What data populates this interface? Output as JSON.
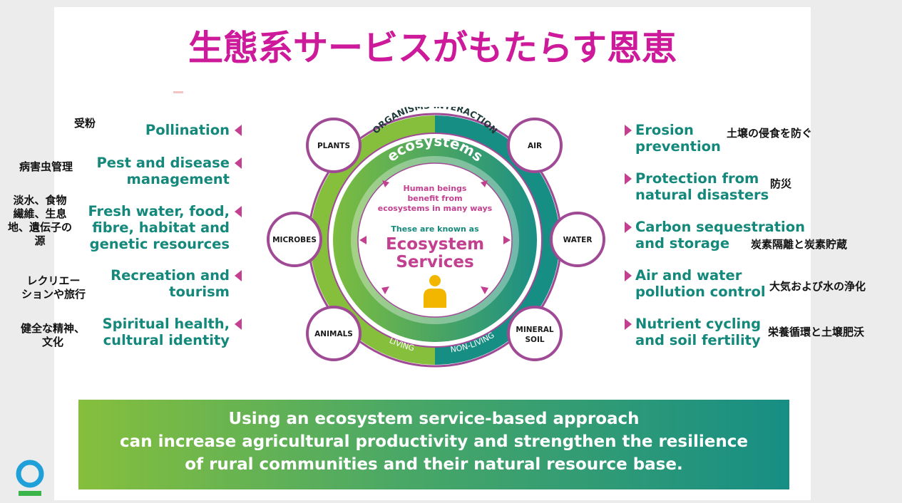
{
  "title": "生態系サービスがもたらす恩恵",
  "left_items": [
    {
      "en_lines": [
        "Pollination"
      ],
      "jp_lines": [
        "受粉"
      ]
    },
    {
      "en_lines": [
        "Pest and disease",
        "management"
      ],
      "jp_lines": [
        "病害虫管理"
      ]
    },
    {
      "en_lines": [
        "Fresh water, food,",
        "fibre, habitat and",
        "genetic resources"
      ],
      "jp_lines": [
        "淡水、食物",
        "繊維、生息",
        "地、遺伝子の",
        "源"
      ]
    },
    {
      "en_lines": [
        "Recreation and",
        "tourism"
      ],
      "jp_lines": [
        "レクリエー",
        "ションや旅行"
      ]
    },
    {
      "en_lines": [
        "Spiritual health,",
        "cultural identity"
      ],
      "jp_lines": [
        "健全な精神、",
        "文化"
      ]
    }
  ],
  "right_items": [
    {
      "en_lines": [
        "Erosion",
        "prevention"
      ],
      "jp_lines": [
        "土壌の侵食を防ぐ"
      ]
    },
    {
      "en_lines": [
        "Protection from",
        "natural disasters"
      ],
      "jp_lines": [
        "防災"
      ]
    },
    {
      "en_lines": [
        "Carbon sequestration",
        "and storage"
      ],
      "jp_lines": [
        "炭素隔離と炭素貯蔵"
      ]
    },
    {
      "en_lines": [
        "Air and water",
        "pollution control"
      ],
      "jp_lines": [
        "大気および水の浄化"
      ]
    },
    {
      "en_lines": [
        "Nutrient cycling",
        "and soil fertility"
      ],
      "jp_lines": [
        "栄養循環と土壌肥沃"
      ]
    }
  ],
  "diagram": {
    "arc_top": "ORGANISMS INTERACTION",
    "arc_left_bottom": "LIVING",
    "arc_right_bottom": "NON-LIVING",
    "ring_label": "ecosystems",
    "center_line1": "Human beings",
    "center_line2": "benefit from",
    "center_line3": "ecosystems in many ways",
    "center_known": "These are known as",
    "center_big1": "Ecosystem",
    "center_big2": "Services",
    "nodes": {
      "plants": "PLANTS",
      "microbes": "MICROBES",
      "animals": "ANIMALS",
      "air": "AIR",
      "water": "WATER",
      "mineral1": "MINERAL",
      "mineral2": "SOIL"
    }
  },
  "banner": {
    "line1": "Using an ecosystem service-based approach",
    "line2": "can increase agricultural productivity and strengthen the resilience",
    "line3": "of rural communities and their natural resource base."
  },
  "colors": {
    "title": "#cc1a9a",
    "label_teal": "#14897b",
    "arrow_magenta": "#c2408f",
    "green": "#86bf3c",
    "teal": "#178e84",
    "logo_blue": "#1fa0d8",
    "logo_green": "#3bb54a"
  }
}
